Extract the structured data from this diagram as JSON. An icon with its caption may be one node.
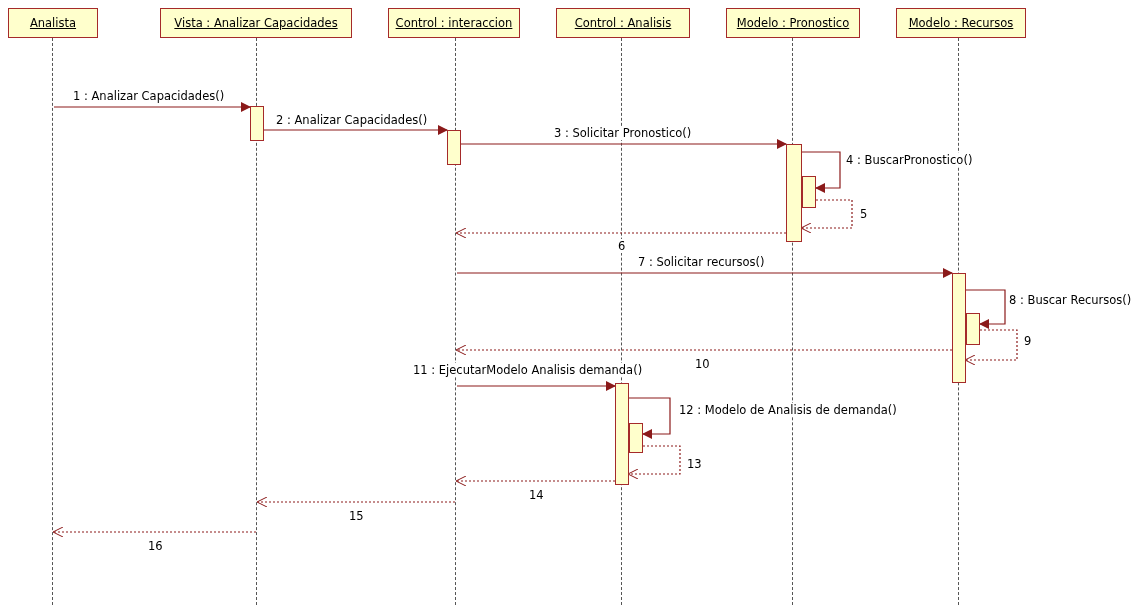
{
  "diagram": {
    "nodes": [
      {
        "text": [
          "Analista"
        ]
      },
      {
        "text": [
          "Vista : Analizar Capacidades"
        ]
      },
      {
        "text": [
          "Control : interaccion"
        ]
      },
      {
        "text": [
          "Control : Analisis"
        ]
      },
      {
        "text": [
          "Modelo : Pronostico"
        ]
      },
      {
        "text": [
          "Modelo : Recursos"
        ]
      },
      {
        "text": [],
        "shape": "line"
      },
      {
        "text": [],
        "shape": "line"
      },
      {
        "text": [],
        "shape": "line"
      },
      {
        "text": [],
        "shape": "line"
      },
      {
        "text": [],
        "shape": "line"
      },
      {
        "text": [],
        "shape": "line"
      },
      {
        "text": [],
        "shape": "bar"
      },
      {
        "text": [],
        "shape": "bar"
      },
      {
        "text": [],
        "shape": "bar"
      },
      {
        "text": [],
        "shape": "bar"
      },
      {
        "text": [],
        "shape": "bar"
      },
      {
        "text": [],
        "shape": "bar"
      },
      {
        "text": [],
        "shape": "bar"
      },
      {
        "text": [],
        "shape": "bar"
      }
    ],
    "edges": [
      {
        "from": 6,
        "to": 12,
        "arrow": "to",
        "label": "1 : Analizar Capacidades()"
      },
      {
        "from": 12,
        "to": 13,
        "arrow": "to",
        "label": "2 : Analizar Capacidades()"
      },
      {
        "from": 13,
        "to": 14,
        "arrow": "to",
        "label": "3 : Solicitar Pronostico()"
      },
      {
        "from": 14,
        "to": 15,
        "arrow": "to",
        "label": "4 : BuscarPronostico()"
      },
      {
        "from": 15,
        "to": 14,
        "arrow": "to",
        "label": "5",
        "style": "dashed"
      },
      {
        "from": 14,
        "to": 8,
        "arrow": "to",
        "label": "6",
        "style": "dashed"
      },
      {
        "from": 8,
        "to": 16,
        "arrow": "to",
        "label": "7 : Solicitar recursos()"
      },
      {
        "from": 16,
        "to": 17,
        "arrow": "to",
        "label": "8 : Buscar Recursos()"
      },
      {
        "from": 17,
        "to": 16,
        "arrow": "to",
        "label": "9",
        "style": "dashed"
      },
      {
        "from": 16,
        "to": 8,
        "arrow": "to",
        "label": "10",
        "style": "dashed"
      },
      {
        "from": 8,
        "to": 18,
        "arrow": "to",
        "label": "11 : EjecutarModelo Analisis demanda()"
      },
      {
        "from": 18,
        "to": 19,
        "arrow": "to",
        "label": "12 : Modelo de Analisis de demanda()"
      },
      {
        "from": 19,
        "to": 18,
        "arrow": "to",
        "label": "13",
        "style": "dashed"
      },
      {
        "from": 18,
        "to": 8,
        "arrow": "to",
        "label": "14",
        "style": "dashed"
      },
      {
        "from": 8,
        "to": 7,
        "arrow": "to",
        "label": "15",
        "style": "dashed"
      },
      {
        "from": 7,
        "to": 6,
        "arrow": "to",
        "label": "16",
        "style": "dashed"
      }
    ]
  }
}
